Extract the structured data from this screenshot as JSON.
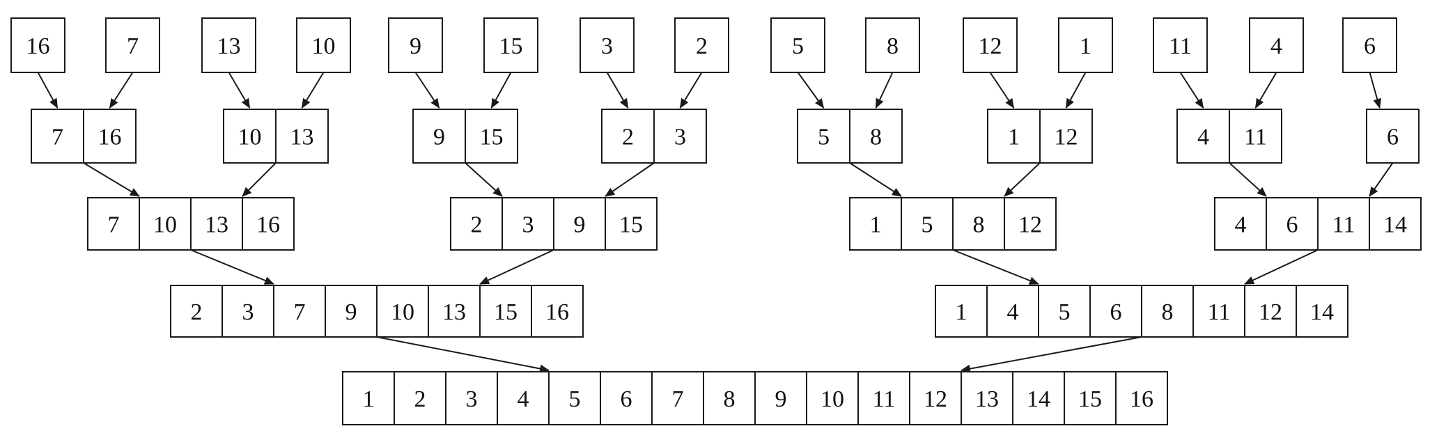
{
  "levels": [
    {
      "name": "level-1",
      "groups": [
        [
          "16"
        ],
        [
          "7"
        ],
        [
          "13"
        ],
        [
          "10"
        ],
        [
          "9"
        ],
        [
          "15"
        ],
        [
          "3"
        ],
        [
          "2"
        ],
        [
          "5"
        ],
        [
          "8"
        ],
        [
          "12"
        ],
        [
          "1"
        ],
        [
          "11"
        ],
        [
          "4"
        ],
        [
          "6"
        ]
      ]
    },
    {
      "name": "level-2",
      "groups": [
        [
          "7",
          "16"
        ],
        [
          "10",
          "13"
        ],
        [
          "9",
          "15"
        ],
        [
          "2",
          "3"
        ],
        [
          "5",
          "8"
        ],
        [
          "1",
          "12"
        ],
        [
          "4",
          "11"
        ],
        [
          "6"
        ]
      ]
    },
    {
      "name": "level-3",
      "groups": [
        [
          "7",
          "10",
          "13",
          "16"
        ],
        [
          "2",
          "3",
          "9",
          "15"
        ],
        [
          "1",
          "5",
          "8",
          "12"
        ],
        [
          "4",
          "6",
          "11",
          "14"
        ]
      ]
    },
    {
      "name": "level-4",
      "groups": [
        [
          "2",
          "3",
          "7",
          "9",
          "10",
          "13",
          "15",
          "16"
        ],
        [
          "1",
          "4",
          "5",
          "6",
          "8",
          "11",
          "12",
          "14"
        ]
      ]
    },
    {
      "name": "level-5",
      "groups": [
        [
          "1",
          "2",
          "3",
          "4",
          "5",
          "6",
          "7",
          "8",
          "9",
          "10",
          "11",
          "12",
          "13",
          "14",
          "15",
          "16"
        ]
      ]
    }
  ]
}
